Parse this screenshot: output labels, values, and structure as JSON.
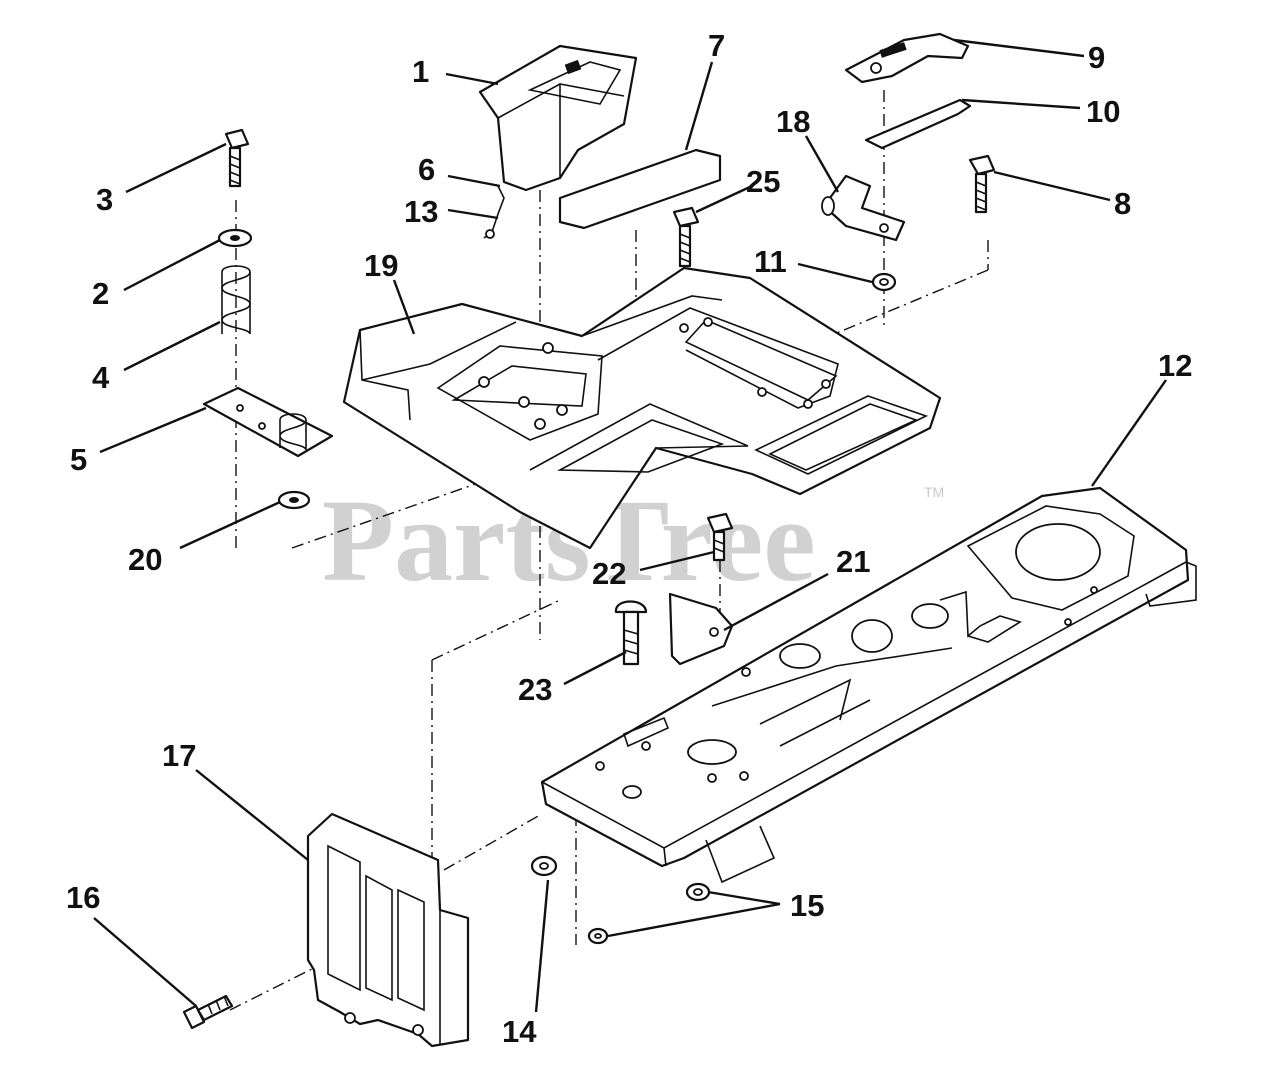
{
  "watermark": {
    "text": "PartsTree",
    "trademark": "TM"
  },
  "callouts": {
    "c1": "1",
    "c2": "2",
    "c3": "3",
    "c4": "4",
    "c5": "5",
    "c6": "6",
    "c7": "7",
    "c8": "8",
    "c9": "9",
    "c10": "10",
    "c11": "11",
    "c12": "12",
    "c13": "13",
    "c14": "14",
    "c15": "15",
    "c16": "16",
    "c17": "17",
    "c18": "18",
    "c19": "19",
    "c20": "20",
    "c21": "21",
    "c22": "22",
    "c23": "23",
    "c25": "25"
  }
}
